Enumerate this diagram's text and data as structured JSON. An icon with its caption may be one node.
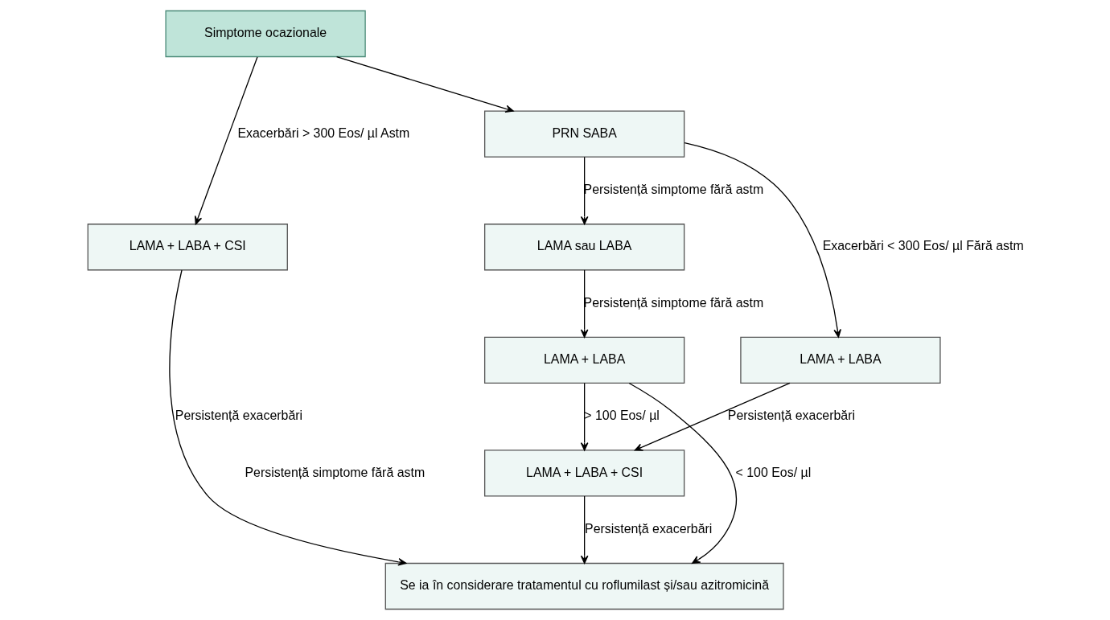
{
  "diagram": {
    "nodes": [
      {
        "text": [
          "Simptome ocazionale"
        ]
      },
      {
        "text": [
          "PRN SABA"
        ]
      },
      {
        "text": [
          "LAMA sau LABA"
        ]
      },
      {
        "text": [
          "LAMA + LABA + CSI"
        ]
      },
      {
        "text": [
          "LAMA + LABA"
        ]
      },
      {
        "text": [
          "LAMA + LABA"
        ]
      },
      {
        "text": [
          "LAMA + LABA + CSI"
        ]
      },
      {
        "text": [
          "Se ia în considerare tratamentul cu roflumilast și/sau azitromicină"
        ]
      }
    ],
    "edges": [
      {
        "from": 0,
        "to": 1,
        "arrow": "to"
      },
      {
        "from": 1,
        "to": 2,
        "arrow": "to",
        "label": "Persistență simptome fără astm"
      },
      {
        "from": 0,
        "to": 3,
        "arrow": "to",
        "label": "Exacerbări > 300 Eos/ µl Astm"
      },
      {
        "from": 1,
        "to": 4,
        "arrow": "to",
        "label": "Exacerbări < 300 Eos/ µl Fără astm"
      },
      {
        "from": 2,
        "to": 5,
        "arrow": "to",
        "label": "Persistență simptome fără astm"
      },
      {
        "from": 5,
        "to": 6,
        "arrow": "to",
        "label": "> 100 Eos/ µl"
      },
      {
        "from": 4,
        "to": 6,
        "arrow": "to",
        "label": "Persistență exacerbări"
      },
      {
        "from": 5,
        "to": 7,
        "arrow": "to",
        "label": "< 100 Eos/ µl"
      },
      {
        "from": 6,
        "to": 7,
        "arrow": "to",
        "label": "Persistență exacerbări"
      },
      {
        "from": 3,
        "to": 7,
        "arrow": "to",
        "label": "Persistență exacerbări"
      }
    ],
    "labels": [
      "Persistență simptome fără astm"
    ]
  }
}
